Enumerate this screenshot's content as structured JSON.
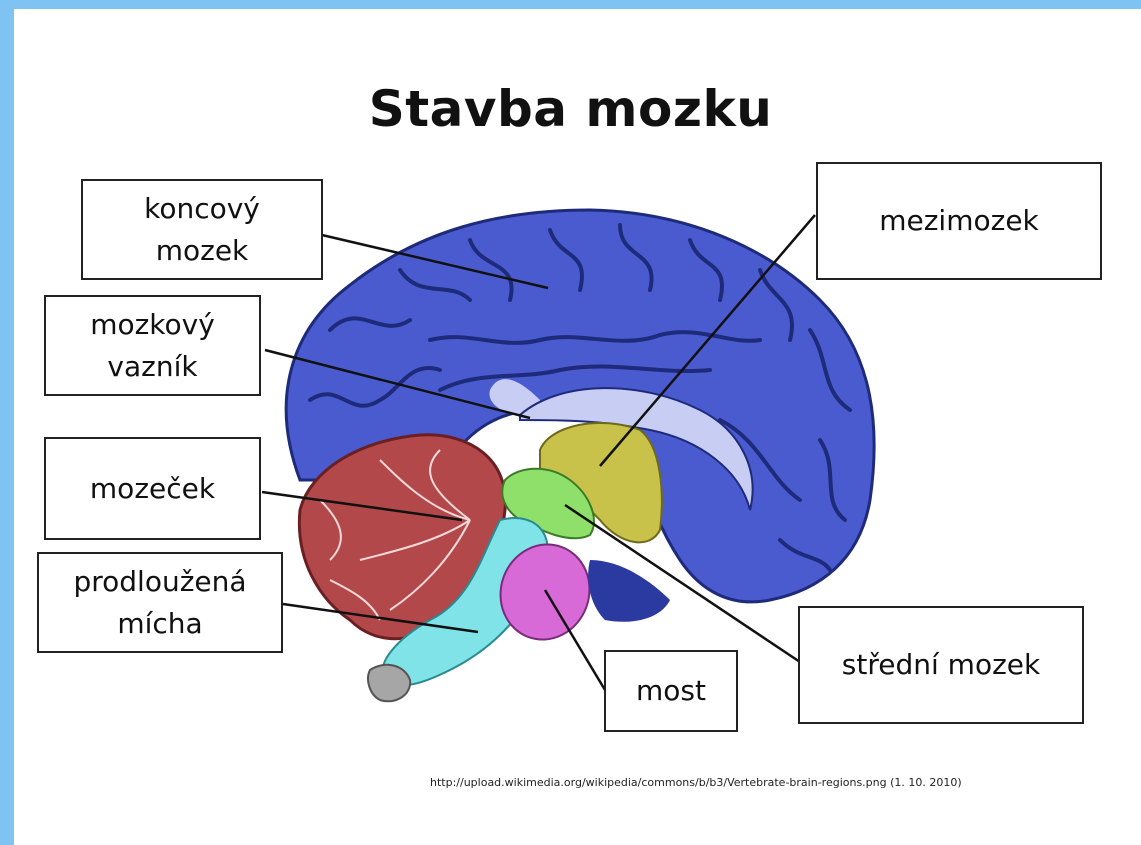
{
  "title": "Stavba mozku",
  "labels": {
    "koncovy": "koncový\nmozek",
    "vaznik": "mozkový\nvazník",
    "mozecek": "mozeček",
    "micha": "prodloužená\nmícha",
    "mezimozek": "mezimozek",
    "stredni": "střední mozek",
    "most": "most"
  },
  "credit": "http://upload.wikimedia.org/wikipedia/commons/b/b3/Vertebrate-brain-regions.png  (1. 10. 2010)",
  "colors": {
    "background": "#7ec3f2",
    "cerebrum": "#4a5bd0",
    "cerebellum": "#b3484a",
    "diencephalon": "#c9c24a",
    "midbrain": "#8ee06a",
    "pons": "#d86ad8",
    "medulla": "#7fe3e8"
  }
}
